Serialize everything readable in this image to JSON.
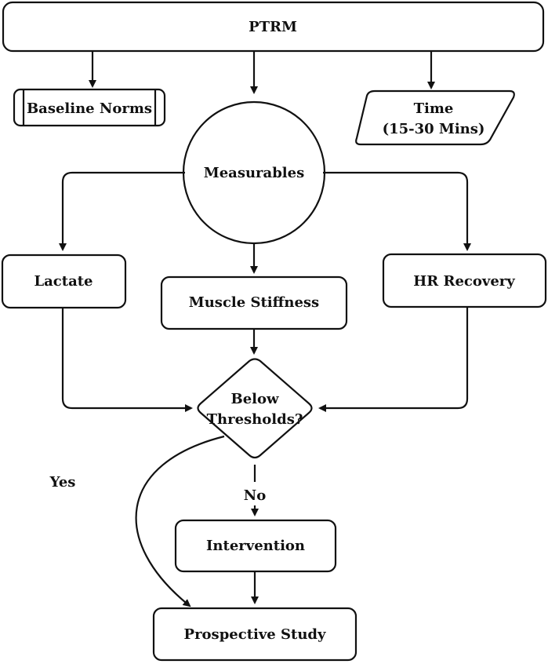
{
  "nodes": {
    "ptrm": "PTRM",
    "baseline_norms": "Baseline Norms",
    "time_line1": "Time",
    "time_line2": "(15-30 Mins)",
    "measurables": "Measurables",
    "lactate": "Lactate",
    "muscle_stiffness": "Muscle Stiffness",
    "hr_recovery": "HR Recovery",
    "decision_line1": "Below",
    "decision_line2": "Thresholds?",
    "intervention": "Intervention",
    "prospective_study": "Prospective Study"
  },
  "edges": {
    "yes_label": "Yes",
    "no_label": "No"
  }
}
